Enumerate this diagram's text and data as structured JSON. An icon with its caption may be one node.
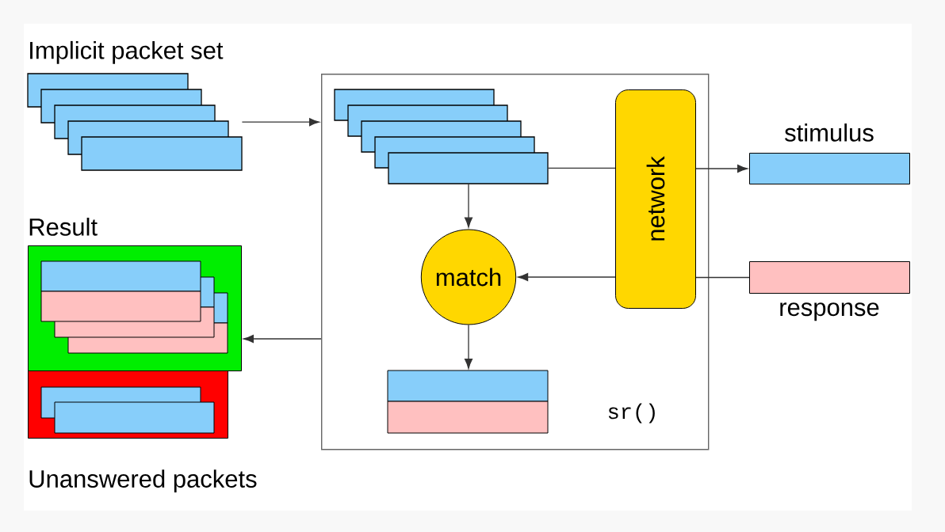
{
  "diagram": {
    "nodes": [
      {
        "text": [
          "Implicit packet set"
        ]
      },
      {
        "text": [
          "sr()"
        ]
      },
      {
        "text": [],
        "shape": "box",
        "in": 1
      },
      {
        "text": [
          "network"
        ],
        "in": 1
      },
      {
        "text": [
          "match"
        ],
        "in": 1
      },
      {
        "text": [],
        "shape": "box",
        "in": 1
      },
      {
        "text": [
          "stimulus"
        ]
      },
      {
        "text": [
          "response"
        ]
      },
      {
        "text": [
          "Result"
        ]
      },
      {
        "text": [
          "Unanswered packets"
        ]
      }
    ],
    "edges": [
      {
        "from": 0,
        "to": 1,
        "arrow": "to"
      },
      {
        "from": 2,
        "to": 3,
        "arrow": "none"
      },
      {
        "from": 3,
        "to": 6,
        "arrow": "to"
      },
      {
        "from": 7,
        "to": 3,
        "arrow": "none"
      },
      {
        "from": 3,
        "to": 4,
        "arrow": "to"
      },
      {
        "from": 2,
        "to": 4,
        "arrow": "to"
      },
      {
        "from": 4,
        "to": 5,
        "arrow": "to"
      },
      {
        "from": 1,
        "to": 8,
        "arrow": "to"
      }
    ]
  }
}
